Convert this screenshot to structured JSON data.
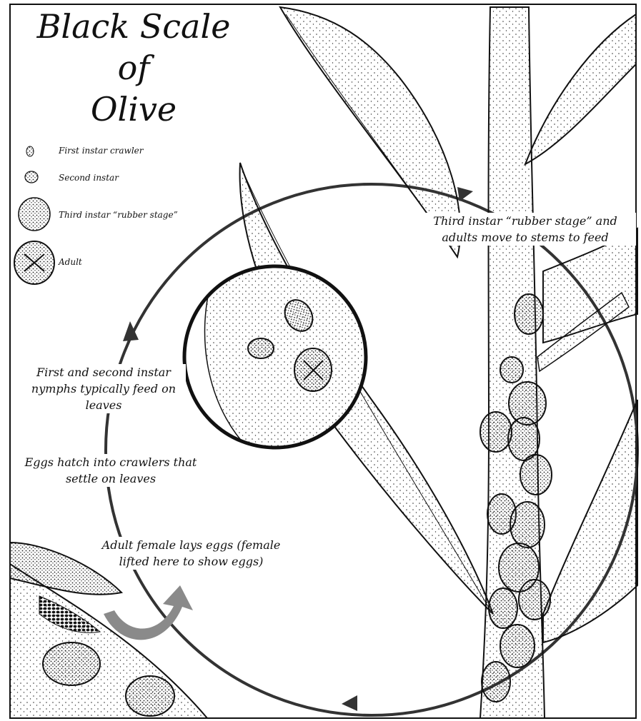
{
  "title": {
    "line1": "Black Scale of",
    "line2": "Olive"
  },
  "legend": [
    {
      "label": "First instar crawler",
      "icon": "crawler-icon"
    },
    {
      "label": "Second instar",
      "icon": "second-instar-icon"
    },
    {
      "label": "Third instar “rubber stage”",
      "icon": "third-instar-icon"
    },
    {
      "label": "Adult",
      "icon": "adult-scale-icon"
    }
  ],
  "captions": {
    "stems": "Third instar “rubber stage” and adults move to stems to feed",
    "leaves": "First and second instar nymphs typically feed on leaves",
    "hatch": "Eggs hatch into crawlers that settle on leaves",
    "eggs": "Adult female lays eggs (female lifted here to show eggs)"
  },
  "colors": {
    "ink": "#111111",
    "cycle_arrow": "#333333",
    "lift_arrow": "#8a8a8a"
  }
}
